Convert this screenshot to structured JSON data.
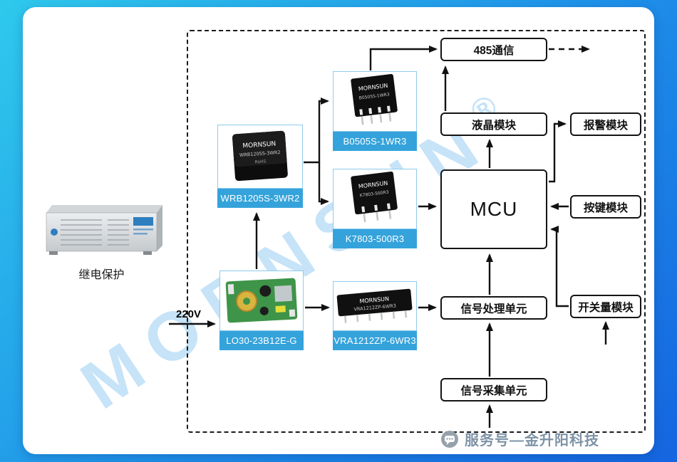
{
  "watermark": {
    "brand": "MORNSUN",
    "registered": "®"
  },
  "device": {
    "label": "继电保护"
  },
  "power_input": {
    "label": "220V"
  },
  "products": {
    "wrb": {
      "brand": "MORNSUN",
      "model": "WRB1205S-3WR2",
      "marking": "RoHS"
    },
    "b0505s": {
      "brand": "MORNSUN",
      "model": "B0505S-1WR3"
    },
    "k7803": {
      "brand": "MORNSUN",
      "model": "K7803-500R3"
    },
    "lo30": {
      "model": "LO30-23B12E-G"
    },
    "vra": {
      "brand": "MORNSUN",
      "model": "VRA1212ZP-6WR3"
    }
  },
  "blocks": {
    "comm485": {
      "label": "485通信"
    },
    "lcd": {
      "label": "液晶模块"
    },
    "alarm": {
      "label": "报警模块"
    },
    "mcu": {
      "label": "MCU"
    },
    "keys": {
      "label": "按键模块"
    },
    "switch_mod": {
      "label": "开关量模块"
    },
    "sigproc": {
      "label": "信号处理单元"
    },
    "sigacq": {
      "label": "信号采集单元"
    }
  },
  "footer": {
    "account": "服务号—金升阳科技"
  },
  "colors": {
    "accent": "#35a3db",
    "bg_top": "#2fc9ec",
    "bg_bottom": "#1565e0",
    "line": "#111111"
  }
}
